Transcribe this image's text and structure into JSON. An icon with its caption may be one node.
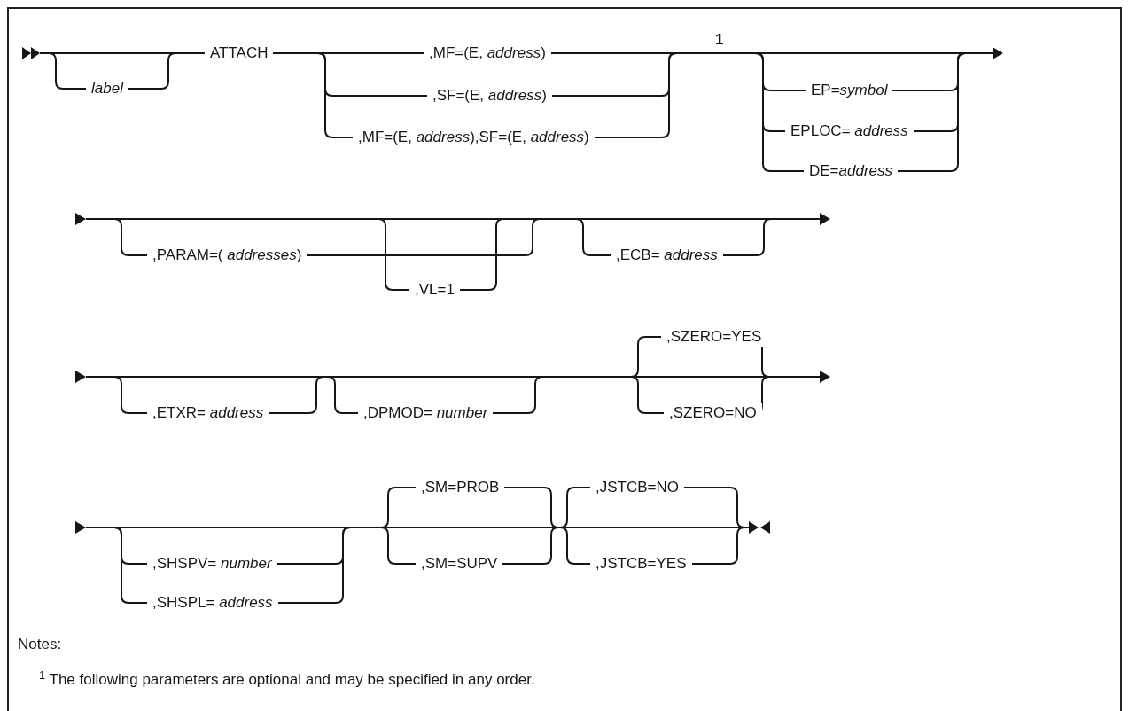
{
  "diagram": {
    "labels": [
      "label",
      "ATTACH",
      ",MF=(E, *address*)",
      ",SF=(E, *address*)",
      ",MF=(E, *address*),SF=(E, *address*)",
      "1",
      "EP=*symbol*",
      "EPLOC= *address*",
      "DE=*address*",
      ",PARAM=( *addresses*)",
      ",VL=1",
      ",ECB= *address*",
      ",SZERO=YES",
      ",ETXR= *address*",
      ",DPMOD= *number*",
      ",SZERO=NO",
      ",SM=PROB",
      ",JSTCB=NO",
      ",SHSPV= *number*",
      ",SM=SUPV",
      ",JSTCB=YES",
      ",SHSPL= *address*",
      "Notes:",
      "$^{1}$ The following parameters are optional and may be specified in any order."
    ]
  }
}
